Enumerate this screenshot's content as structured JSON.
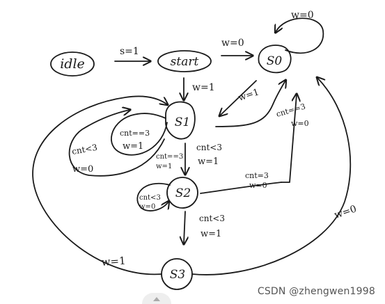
{
  "diagram": {
    "states": {
      "idle": "idle",
      "start": "start",
      "s0": "S0",
      "s1": "S1",
      "s2": "S2",
      "s3": "S3"
    },
    "transitions": {
      "idle_to_start": "s=1",
      "start_to_s0": "w=0",
      "s0_self": "w=0",
      "start_to_s1": "w=1",
      "s1_to_s0": "w=1",
      "s2_to_s0_a": "cnt==3",
      "s2_to_s0_b": "w=0",
      "s1_self_a": "cnt==3",
      "s1_self_b": "w=1",
      "s1_outer_a": "cnt<3",
      "s1_outer_b": "w=0",
      "s1_to_s2_a": "cnt<3",
      "s1_to_s2_b": "w=1",
      "s2_self_a": "cnt<3",
      "s2_self_b": "w=0",
      "s2_right_a": "cnt=3",
      "s2_right_b": "w=0",
      "s2_to_s3_a": "cnt<3",
      "s2_to_s3_b": "w=1",
      "s3_to_s1": "w=1",
      "s3_to_s0": "w=0"
    }
  },
  "watermark": "CSDN @zhengwen1998",
  "ink_color": "#1a1a1a"
}
